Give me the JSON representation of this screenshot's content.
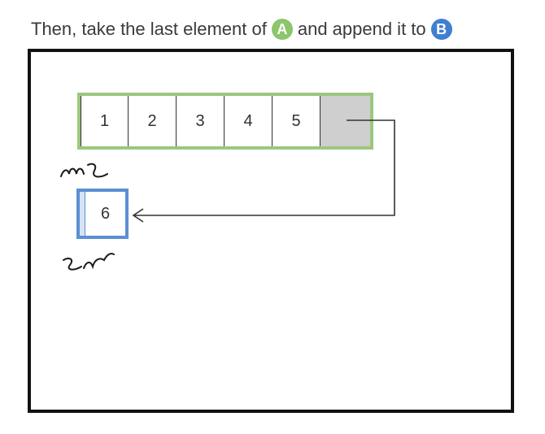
{
  "caption": {
    "before_a": "Then, take the last element of",
    "badge_a": "A",
    "between": "and append it to",
    "badge_b": "B"
  },
  "array_a": {
    "values": [
      "1",
      "2",
      "3",
      "4",
      "5"
    ],
    "empty_slot_color": "#cfcfcf",
    "border_color": "#9cc77e"
  },
  "array_b": {
    "values": [
      "6"
    ],
    "border_color": "#5b8fd3"
  },
  "colors": {
    "badge_a": "#8cc56a",
    "badge_b": "#3f7fd0",
    "frame": "#111111"
  }
}
